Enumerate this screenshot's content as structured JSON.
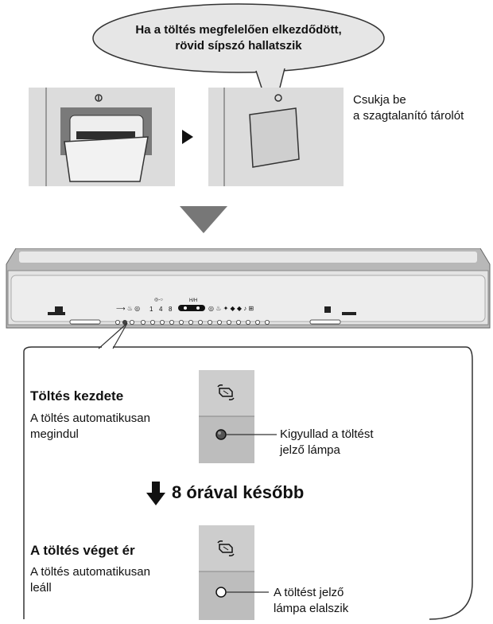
{
  "bubble": {
    "line1": "Ha a töltés megfelelően elkezdődött,",
    "line2": "rövid sípszó hallatszik"
  },
  "close_instruction": {
    "line1": "Csukja be",
    "line2": "a szagtalanító tárolót"
  },
  "panel": {
    "numbers": [
      "1",
      "4",
      "8"
    ],
    "small_label": "H/H"
  },
  "start": {
    "title": "Töltés kezdete",
    "desc_line1": "A töltés automatikusan",
    "desc_line2": "megindul",
    "callout_line1": "Kigyullad a töltést",
    "callout_line2": "jelző lámpa"
  },
  "later": {
    "label": "8 órával később"
  },
  "end": {
    "title": "A töltés véget ér",
    "desc_line1": "A töltés automatikusan",
    "desc_line2": "leáll",
    "callout_line1": "A töltést jelző",
    "callout_line2": "lámpa elalszik"
  },
  "icons": [
    "charge-indicator-icon",
    "down-arrow-icon",
    "right-arrow-icon"
  ]
}
